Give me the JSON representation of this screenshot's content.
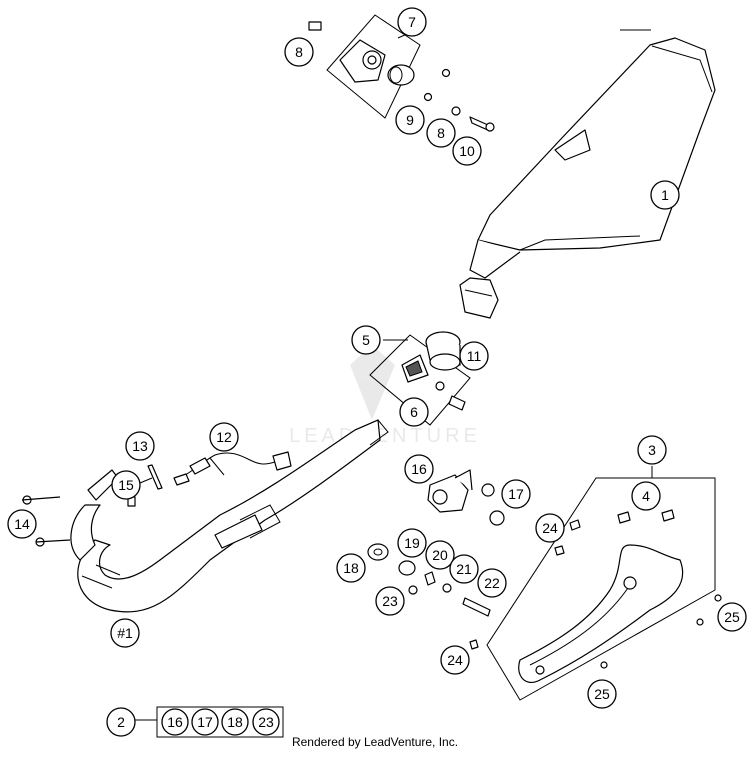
{
  "watermark": "LEADVENTURE",
  "credit": "Rendered by LeadVenture, Inc.",
  "callouts": [
    {
      "id": "c1",
      "label": "1"
    },
    {
      "id": "c2",
      "label": "2"
    },
    {
      "id": "c3",
      "label": "3"
    },
    {
      "id": "c4",
      "label": "4"
    },
    {
      "id": "c5",
      "label": "5"
    },
    {
      "id": "c6",
      "label": "6"
    },
    {
      "id": "c7",
      "label": "7"
    },
    {
      "id": "c8a",
      "label": "8"
    },
    {
      "id": "c8b",
      "label": "8"
    },
    {
      "id": "c9",
      "label": "9"
    },
    {
      "id": "c10",
      "label": "10"
    },
    {
      "id": "c11",
      "label": "11"
    },
    {
      "id": "c12",
      "label": "12"
    },
    {
      "id": "c13",
      "label": "13"
    },
    {
      "id": "c14",
      "label": "14"
    },
    {
      "id": "c15",
      "label": "15"
    },
    {
      "id": "c16",
      "label": "16"
    },
    {
      "id": "c17",
      "label": "17"
    },
    {
      "id": "c18",
      "label": "18"
    },
    {
      "id": "c19",
      "label": "19"
    },
    {
      "id": "c20",
      "label": "20"
    },
    {
      "id": "c21",
      "label": "21"
    },
    {
      "id": "c22",
      "label": "22"
    },
    {
      "id": "c23",
      "label": "23"
    },
    {
      "id": "c24a",
      "label": "24"
    },
    {
      "id": "c24b",
      "label": "24"
    },
    {
      "id": "c25a",
      "label": "25"
    },
    {
      "id": "c25b",
      "label": "25"
    },
    {
      "id": "c1h",
      "label": "#1"
    }
  ],
  "kit": {
    "label": "2",
    "items": [
      "16",
      "17",
      "18",
      "23"
    ]
  }
}
